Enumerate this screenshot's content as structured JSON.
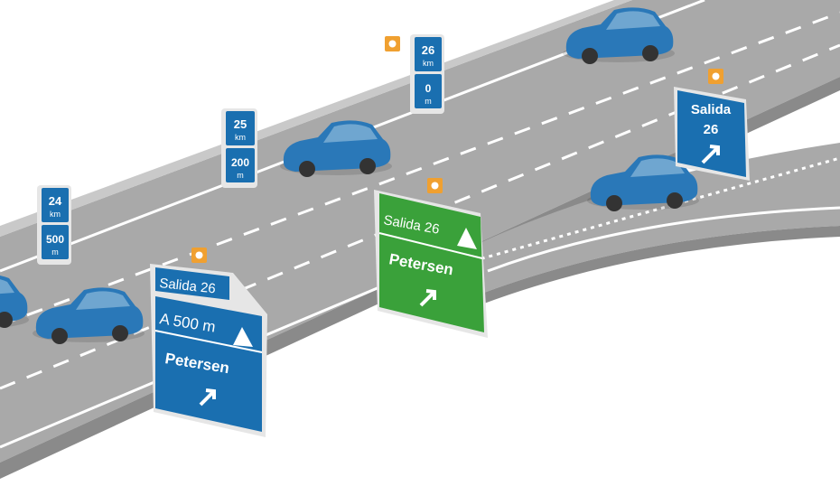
{
  "colors": {
    "road": "#a9a9a9",
    "road_edge": "#8a8a8a",
    "sign_blue": "#1a6fb0",
    "sign_green": "#3aa13a",
    "car": "#2a78b8",
    "marker": "#f0a030"
  },
  "distance_posts": [
    {
      "km": "24",
      "km_unit": "km",
      "m": "500",
      "m_unit": "m"
    },
    {
      "km": "25",
      "km_unit": "km",
      "m": "200",
      "m_unit": "m"
    },
    {
      "km": "26",
      "km_unit": "km",
      "m": "0",
      "m_unit": "m"
    }
  ],
  "advance_sign": {
    "exit": "Salida 26",
    "distance": "A 500 m",
    "destination": "Petersen",
    "arrow": "arrow-up-right-icon"
  },
  "exit_sign_green": {
    "exit": "Salida 26",
    "destination": "Petersen",
    "arrow": "arrow-up-right-icon"
  },
  "gore_sign": {
    "line1": "Salida",
    "line2": "26",
    "arrow": "arrow-up-right-icon"
  }
}
